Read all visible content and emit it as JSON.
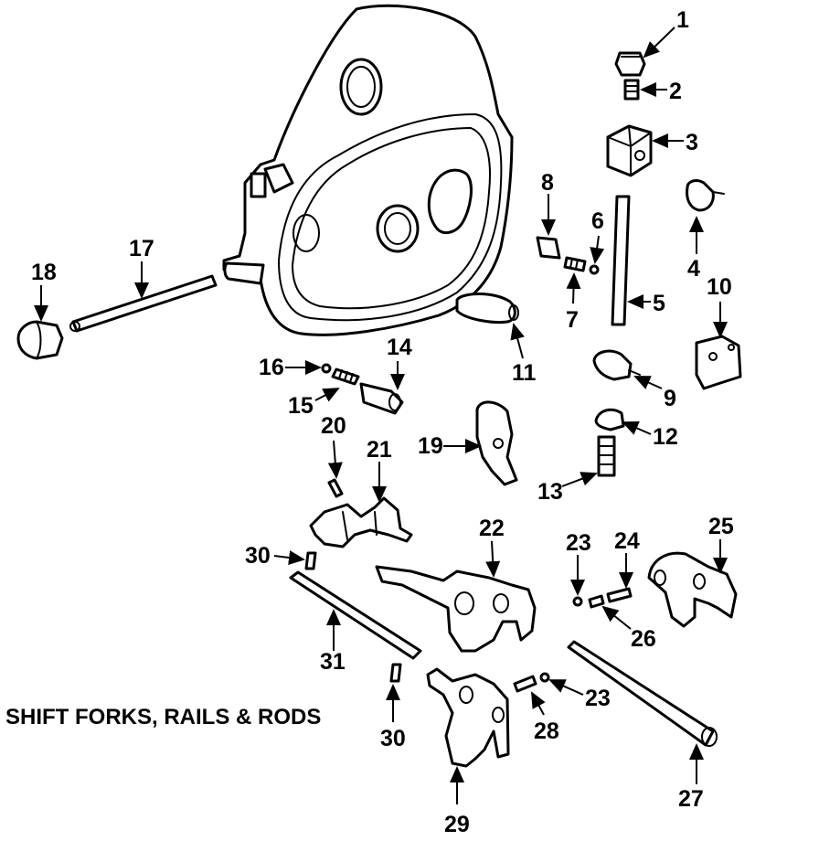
{
  "caption": "SHIFT FORKS, RAILS & RODS",
  "callouts": [
    "1",
    "2",
    "3",
    "4",
    "5",
    "6",
    "7",
    "8",
    "9",
    "10",
    "11",
    "12",
    "13",
    "14",
    "15",
    "16",
    "17",
    "18",
    "19",
    "20",
    "21",
    "22",
    "23",
    "24",
    "25",
    "26",
    "27",
    "28",
    "29",
    "30",
    "31"
  ],
  "callouts_repeat": {
    "23b": "23",
    "30b": "30"
  }
}
